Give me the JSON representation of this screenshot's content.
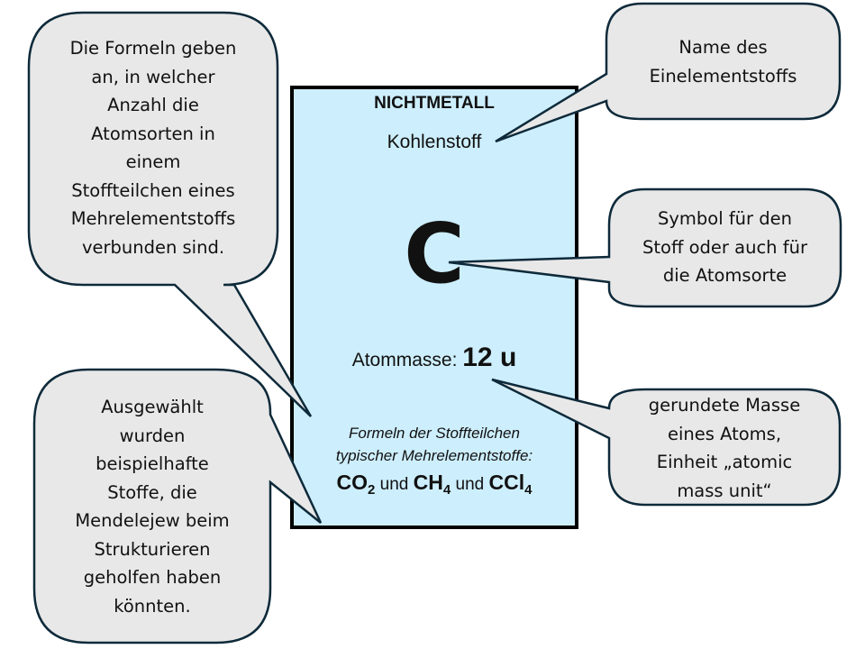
{
  "colors": {
    "card_fill": "#cdeefc",
    "card_border": "#000000",
    "callout_fill": "#e8e8e8",
    "callout_outline": "#0e2a3a"
  },
  "card": {
    "category": "NICHTMETALL",
    "name": "Kohlenstoff",
    "symbol": "C",
    "mass_label": "Atommasse:",
    "mass_value": "12 u",
    "formula_caption": [
      "Formeln der Stoffteilchen",
      "typischer Mehrelementstoffe:"
    ],
    "formulas": [
      {
        "base": "CO",
        "sub": "2"
      },
      {
        "base": "CH",
        "sub": "4"
      },
      {
        "base": "CCl",
        "sub": "4"
      }
    ],
    "formula_joiner": "und"
  },
  "callouts": {
    "formulas_explained": {
      "lines": [
        "Die Formeln geben",
        "an, in welcher",
        "Anzahl die",
        "Atomsorten in",
        "einem",
        "Stoffteilchen eines",
        "Mehrelementstoffs",
        "verbunden sind."
      ]
    },
    "selection_note": {
      "lines": [
        "Ausgewählt",
        "wurden",
        "beispielhafte",
        "Stoffe, die",
        "Mendelejew beim",
        "Strukturieren",
        "geholfen haben",
        "könnten."
      ]
    },
    "name_note": {
      "lines": [
        "Name des",
        "Einelementstoffs"
      ]
    },
    "symbol_note": {
      "lines": [
        "Symbol für den",
        "Stoff oder auch für",
        "die Atomsorte"
      ]
    },
    "mass_note": {
      "lines": [
        "gerundete Masse",
        "eines Atoms,",
        "Einheit „atomic",
        "mass unit“"
      ]
    }
  }
}
